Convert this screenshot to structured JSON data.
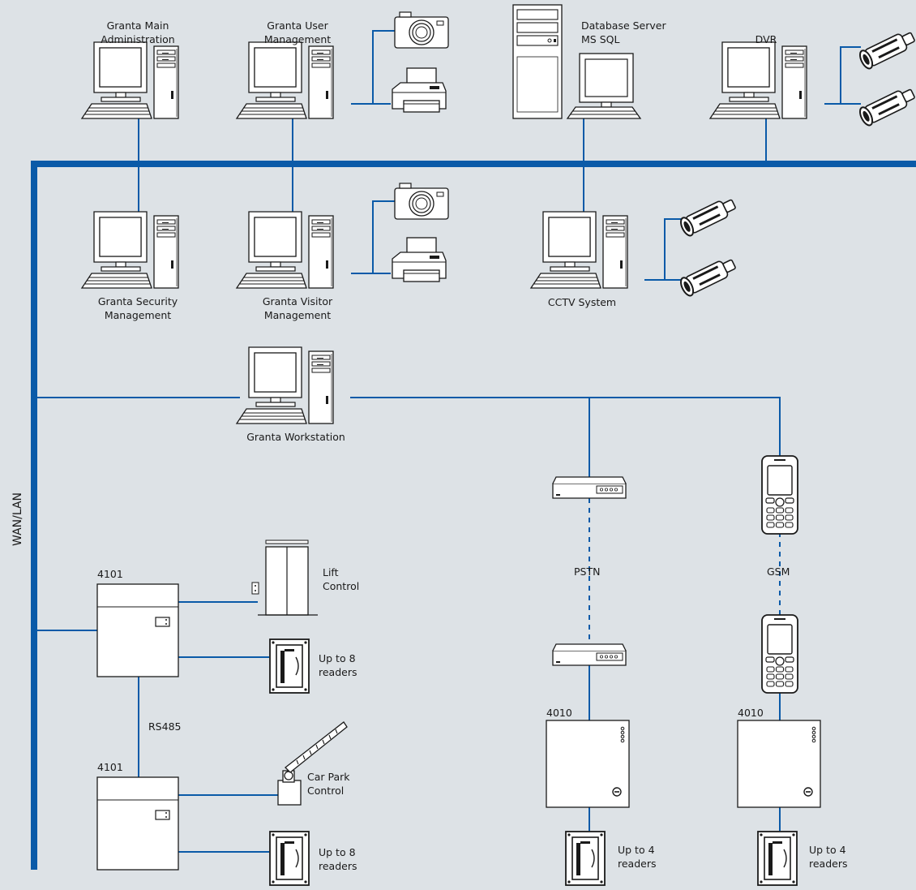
{
  "diagram": {
    "network_label": "WAN/LAN",
    "colors": {
      "background": "#dde2e6",
      "bus": "#0a5aa8",
      "line": "#0a5aa8",
      "device": "#1a1a1a",
      "device_fill": "#ffffff"
    },
    "nodes": {
      "main_admin": {
        "line1": "Granta Main",
        "line2": "Administration"
      },
      "user_mgmt": {
        "line1": "Granta User",
        "line2": "Management"
      },
      "db_server": {
        "line1": "Database Server",
        "line2": "MS SQL"
      },
      "dvr": {
        "label": "DVR"
      },
      "security_mgmt": {
        "line1": "Granta Security",
        "line2": "Management"
      },
      "visitor_mgmt": {
        "line1": "Granta Visitor",
        "line2": "Management"
      },
      "cctv": {
        "label": "CCTV System"
      },
      "workstation": {
        "label": "Granta Workstation"
      },
      "ctrl_a": {
        "label": "4101"
      },
      "ctrl_b": {
        "label": "4101"
      },
      "lift": {
        "line1": "Lift",
        "line2": "Control"
      },
      "readers_a": {
        "line1": "Up to 8",
        "line2": "readers"
      },
      "car_park": {
        "line1": "Car Park",
        "line2": "Control"
      },
      "readers_b": {
        "line1": "Up to 8",
        "line2": "readers"
      },
      "rs485": {
        "label": "RS485"
      },
      "pstn": {
        "label": "PSTN"
      },
      "gsm": {
        "label": "GSM"
      },
      "ctrl_c": {
        "label": "4010"
      },
      "ctrl_d": {
        "label": "4010"
      },
      "readers_c": {
        "line1": "Up to 4",
        "line2": "readers"
      },
      "readers_d": {
        "line1": "Up to 4",
        "line2": "readers"
      }
    }
  }
}
